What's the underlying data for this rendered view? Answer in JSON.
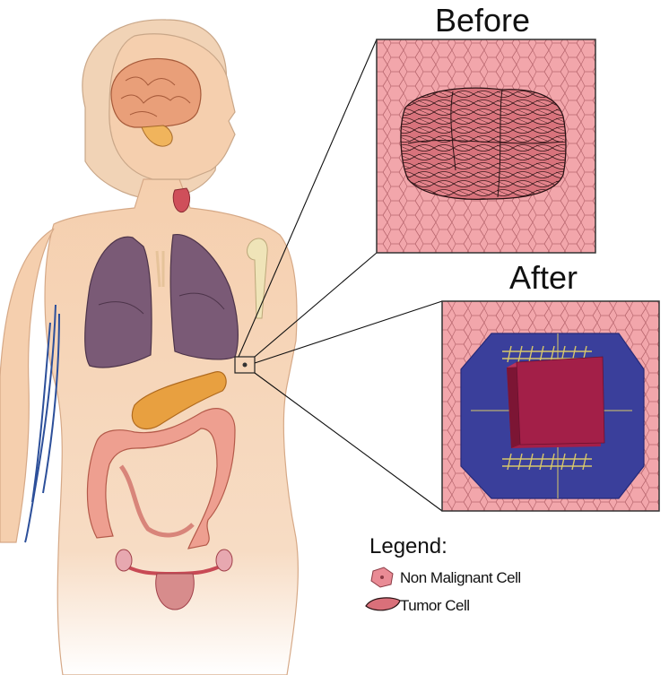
{
  "panels": {
    "before_label": "Before",
    "after_label": "After"
  },
  "legend": {
    "title": "Legend:",
    "items": [
      {
        "label": "Non Malignant Cell",
        "icon": "non-malignant-cell-icon",
        "color": "#e98b95"
      },
      {
        "label": "Tumor Cell",
        "icon": "tumor-cell-icon",
        "color": "#d9707a"
      }
    ]
  },
  "colors": {
    "skin": "#f5cfae",
    "tissue": "#f0a3a8",
    "cell_line": "#b46a70",
    "implant_blue": "#3a3f9b",
    "implant_cube": "#a31f48",
    "lung": "#7a5a76",
    "brain": "#e9a07a",
    "colon": "#ee9f90",
    "pancreas": "#e8a040",
    "vein": "#2c4f9a"
  }
}
